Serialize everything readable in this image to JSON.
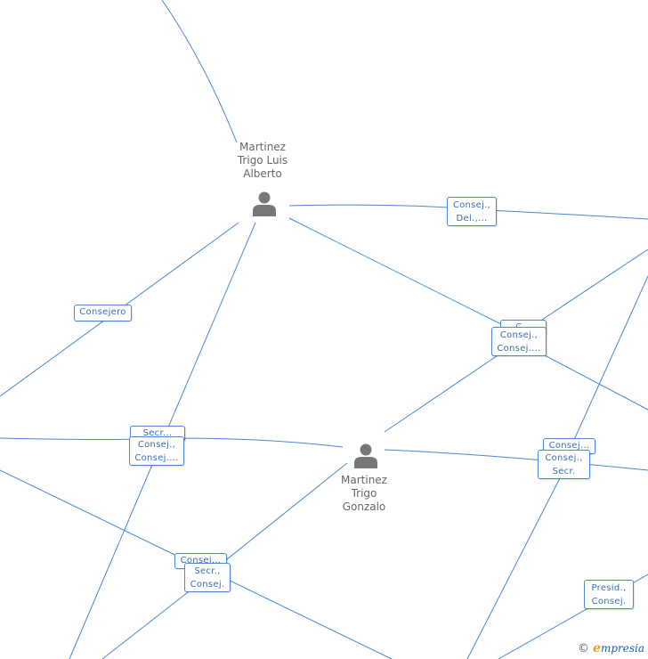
{
  "people": [
    {
      "id": "luis",
      "name": "Martinez\nTrigo Luis\nAlberto"
    },
    {
      "id": "gonzalo",
      "name": "Martinez\nTrigo\nGonzalo"
    }
  ],
  "relations": [
    {
      "id": "r1",
      "label": "Consej.,\nDel.,..."
    },
    {
      "id": "r2",
      "label": "Consejero"
    },
    {
      "id": "r3-back",
      "label": "C..."
    },
    {
      "id": "r3",
      "label": "Consej.,\nConsej...."
    },
    {
      "id": "r4-back",
      "label": "Secr..."
    },
    {
      "id": "r4",
      "label": "Consej.,\nConsej...."
    },
    {
      "id": "r5-back",
      "label": "Consej..."
    },
    {
      "id": "r5",
      "label": "Consej.,\nSecr."
    },
    {
      "id": "r6-back",
      "label": "Consej..."
    },
    {
      "id": "r6",
      "label": "Secr.,\nConsej."
    },
    {
      "id": "r7",
      "label": "Presid.,\nConsej."
    }
  ],
  "footer": {
    "copyright": "©",
    "brand_first": "e",
    "brand_rest": "mpresia"
  },
  "colors": {
    "edge": "#4a86d4",
    "person": "#777777",
    "text": "#666666"
  }
}
